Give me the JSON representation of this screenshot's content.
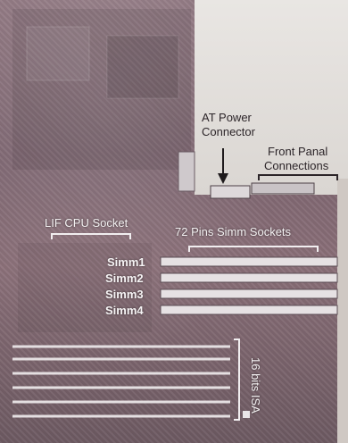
{
  "labels": {
    "at_power_connector_line1": "AT Power",
    "at_power_connector_line2": "Connector",
    "front_panel_line1": "Front Panal",
    "front_panel_line2": "Connections",
    "lif_cpu_socket": "LIF CPU Socket",
    "simm_sockets": "72 Pins Simm Sockets",
    "simm1": "Simm1",
    "simm2": "Simm2",
    "simm3": "Simm3",
    "simm4": "Simm4",
    "isa_slots": "16 bits ISA"
  },
  "colors": {
    "board": "#7d6570",
    "label": "#f4f1f2",
    "slot": "#e6e1e3"
  }
}
